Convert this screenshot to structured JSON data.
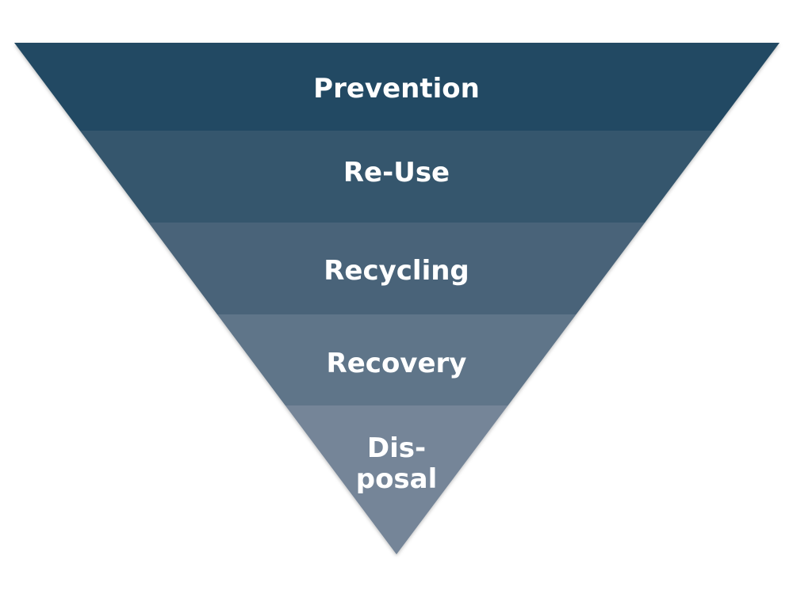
{
  "title": "Waste hierarchy",
  "levels": [
    {
      "label": "Prevention",
      "color": "#224a63"
    },
    {
      "label": "Re-Use",
      "color": "#34576d"
    },
    {
      "label": "Recycling",
      "color": "#4a6479"
    },
    {
      "label": "Recovery",
      "color": "#5f7489"
    },
    {
      "label_line1": "Dis-",
      "label_line2": "posal",
      "color": "#758598"
    }
  ]
}
